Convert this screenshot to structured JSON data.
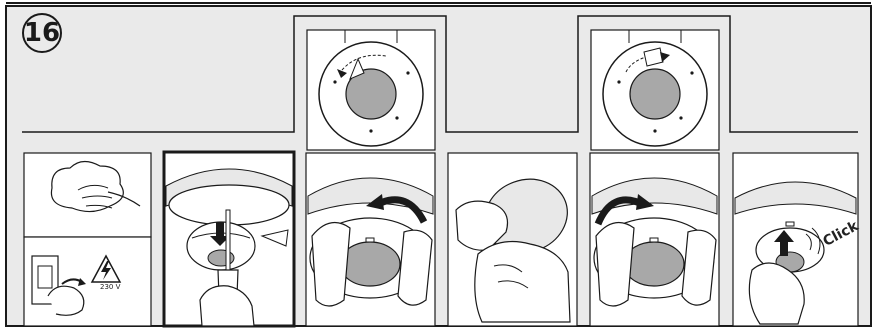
{
  "step": {
    "number": "16"
  },
  "labels": {
    "voltage": "230 V",
    "click": "Click"
  },
  "colors": {
    "line": "#1a1a1a",
    "panel_bg": "#e8e8e8",
    "detector_center": "#a8a8a8",
    "white": "#ffffff"
  }
}
